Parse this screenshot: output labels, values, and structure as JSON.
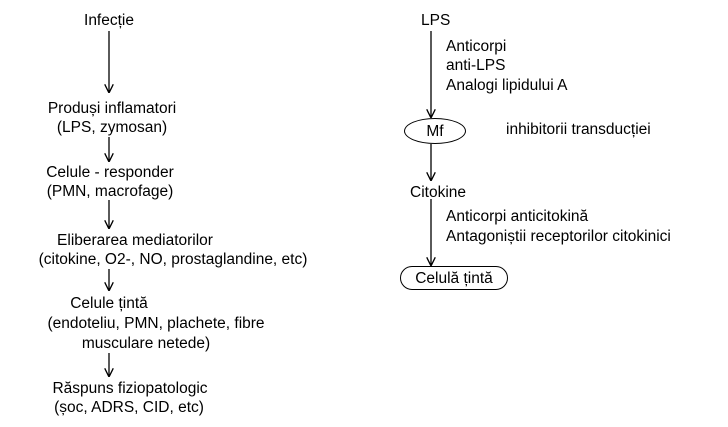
{
  "left_chain": {
    "n1": "Infecție",
    "n2": [
      "Produși inflamatori",
      "(LPS, zymosan)"
    ],
    "n3": [
      "Celule - responder",
      "(PMN, macrofage)"
    ],
    "n4": [
      "Eliberarea mediatorilor",
      "(citokine, O2-, NO, prostaglandine, etc)"
    ],
    "n5": [
      "Celule țintă",
      "(endoteliu, PMN, plachete, fibre",
      "musculare netede)"
    ],
    "n6": [
      "Răspuns fiziopatologic",
      "(șoc, ADRS, CID, etc)"
    ]
  },
  "right_chain": {
    "lps": "LPS",
    "lps_inhibitors": [
      "Anticorpi",
      "anti-LPS",
      "Analogi lipidului A"
    ],
    "mf": "Mf",
    "mf_inhibitors": "inhibitorii transducției",
    "citokine": "Citokine",
    "citokine_inhibitors": [
      "Anticorpi anticitokină",
      "Antagoniștii receptorilor citokinici"
    ],
    "target": "Celulă țintă"
  }
}
